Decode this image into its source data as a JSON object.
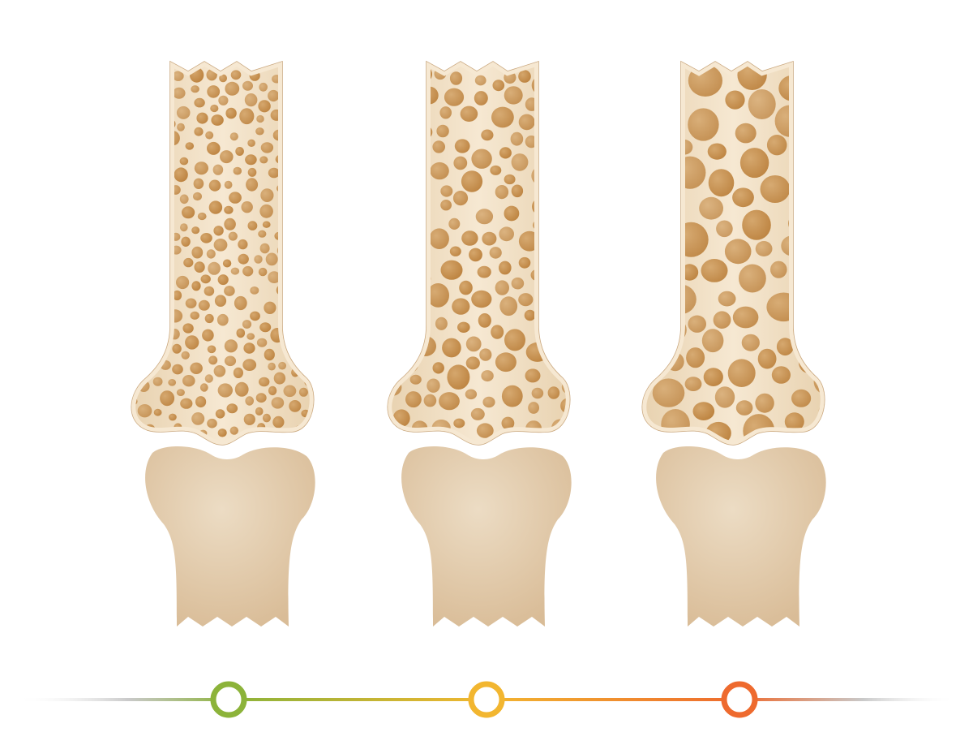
{
  "colors": {
    "bone_fill": "#E8D2B0",
    "bone_light": "#F6E8D2",
    "bone_edge": "#C9A77E",
    "pore_fill": "#D4A56A",
    "pore_dark": "#B97D38",
    "joint_fill": "#D9BC97",
    "joint_light": "#ECDCC4"
  },
  "stages": [
    {
      "id": "normal",
      "pore_size": 0.25,
      "marker_color": "#8CB33A"
    },
    {
      "id": "osteopenia",
      "pore_size": 0.55,
      "marker_color": "#F2B630"
    },
    {
      "id": "osteoporosis",
      "pore_size": 1.0,
      "marker_color": "#EE6A2E"
    }
  ],
  "timeline": {
    "gradient": [
      "#d9d9d9",
      "#8CB33A",
      "#F2B630",
      "#EE6A2E",
      "#d9d9d9"
    ]
  }
}
